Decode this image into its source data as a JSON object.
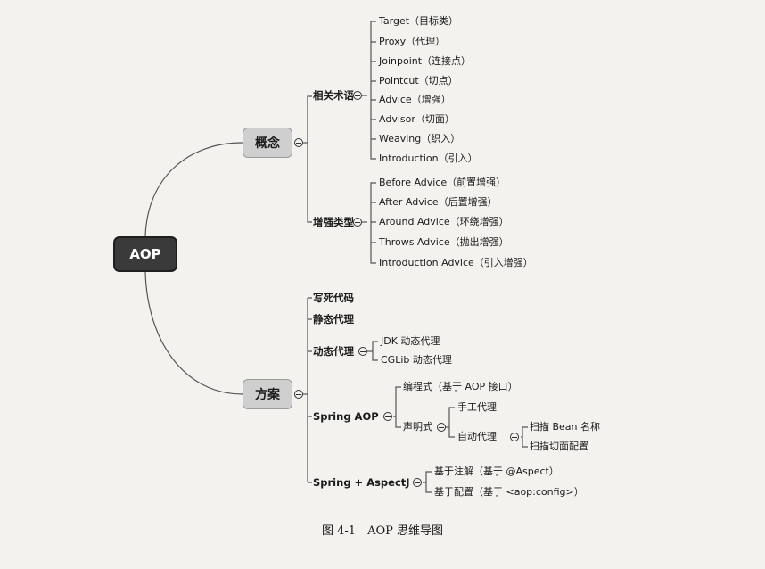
{
  "root": {
    "label": "AOP"
  },
  "concept": {
    "label": "概念",
    "terms": {
      "label": "相关术语",
      "items": [
        "Target（目标类）",
        "Proxy（代理）",
        "Joinpoint（连接点）",
        "Pointcut（切点）",
        "Advice（增强）",
        "Advisor（切面）",
        "Weaving（织入）",
        "Introduction（引入）"
      ]
    },
    "advice_types": {
      "label": "增强类型",
      "items": [
        "Before Advice（前置增强）",
        "After Advice（后置增强）",
        "Around Advice（环绕增强）",
        "Throws Advice（抛出增强）",
        "Introduction Advice（引入增强）"
      ]
    }
  },
  "solution": {
    "label": "方案",
    "hardcode": "写死代码",
    "static_proxy": "静态代理",
    "dynamic_proxy": {
      "label": "动态代理",
      "items": [
        "JDK 动态代理",
        "CGLib 动态代理"
      ]
    },
    "spring_aop": {
      "label": "Spring AOP",
      "programmatic": "编程式（基于 AOP 接口）",
      "declarative": {
        "label": "声明式",
        "manual": "手工代理",
        "auto": {
          "label": "自动代理",
          "items": [
            "扫描 Bean 名称",
            "扫描切面配置"
          ]
        }
      }
    },
    "spring_aspectj": {
      "label": "Spring + AspectJ",
      "items": [
        "基于注解（基于 @Aspect）",
        "基于配置（基于 <aop:config>）"
      ]
    }
  },
  "caption": "图 4-1　AOP 思维导图"
}
